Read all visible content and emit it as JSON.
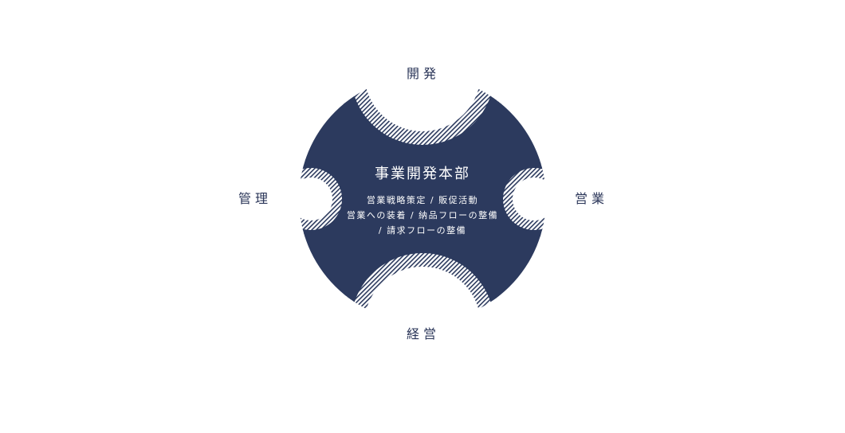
{
  "diagram": {
    "labels": {
      "top": "開発",
      "right": "営業",
      "bottom": "経営",
      "left": "管理"
    },
    "center": {
      "title": "事業開発本部",
      "lines": [
        "営業戦略策定 / 販促活動",
        "営業への装着 / 納品フローの整備",
        "/ 請求フローの整備"
      ]
    }
  },
  "colors": {
    "navy": "#2c3a5e",
    "background": "#ffffff",
    "label": "#2a3558"
  }
}
